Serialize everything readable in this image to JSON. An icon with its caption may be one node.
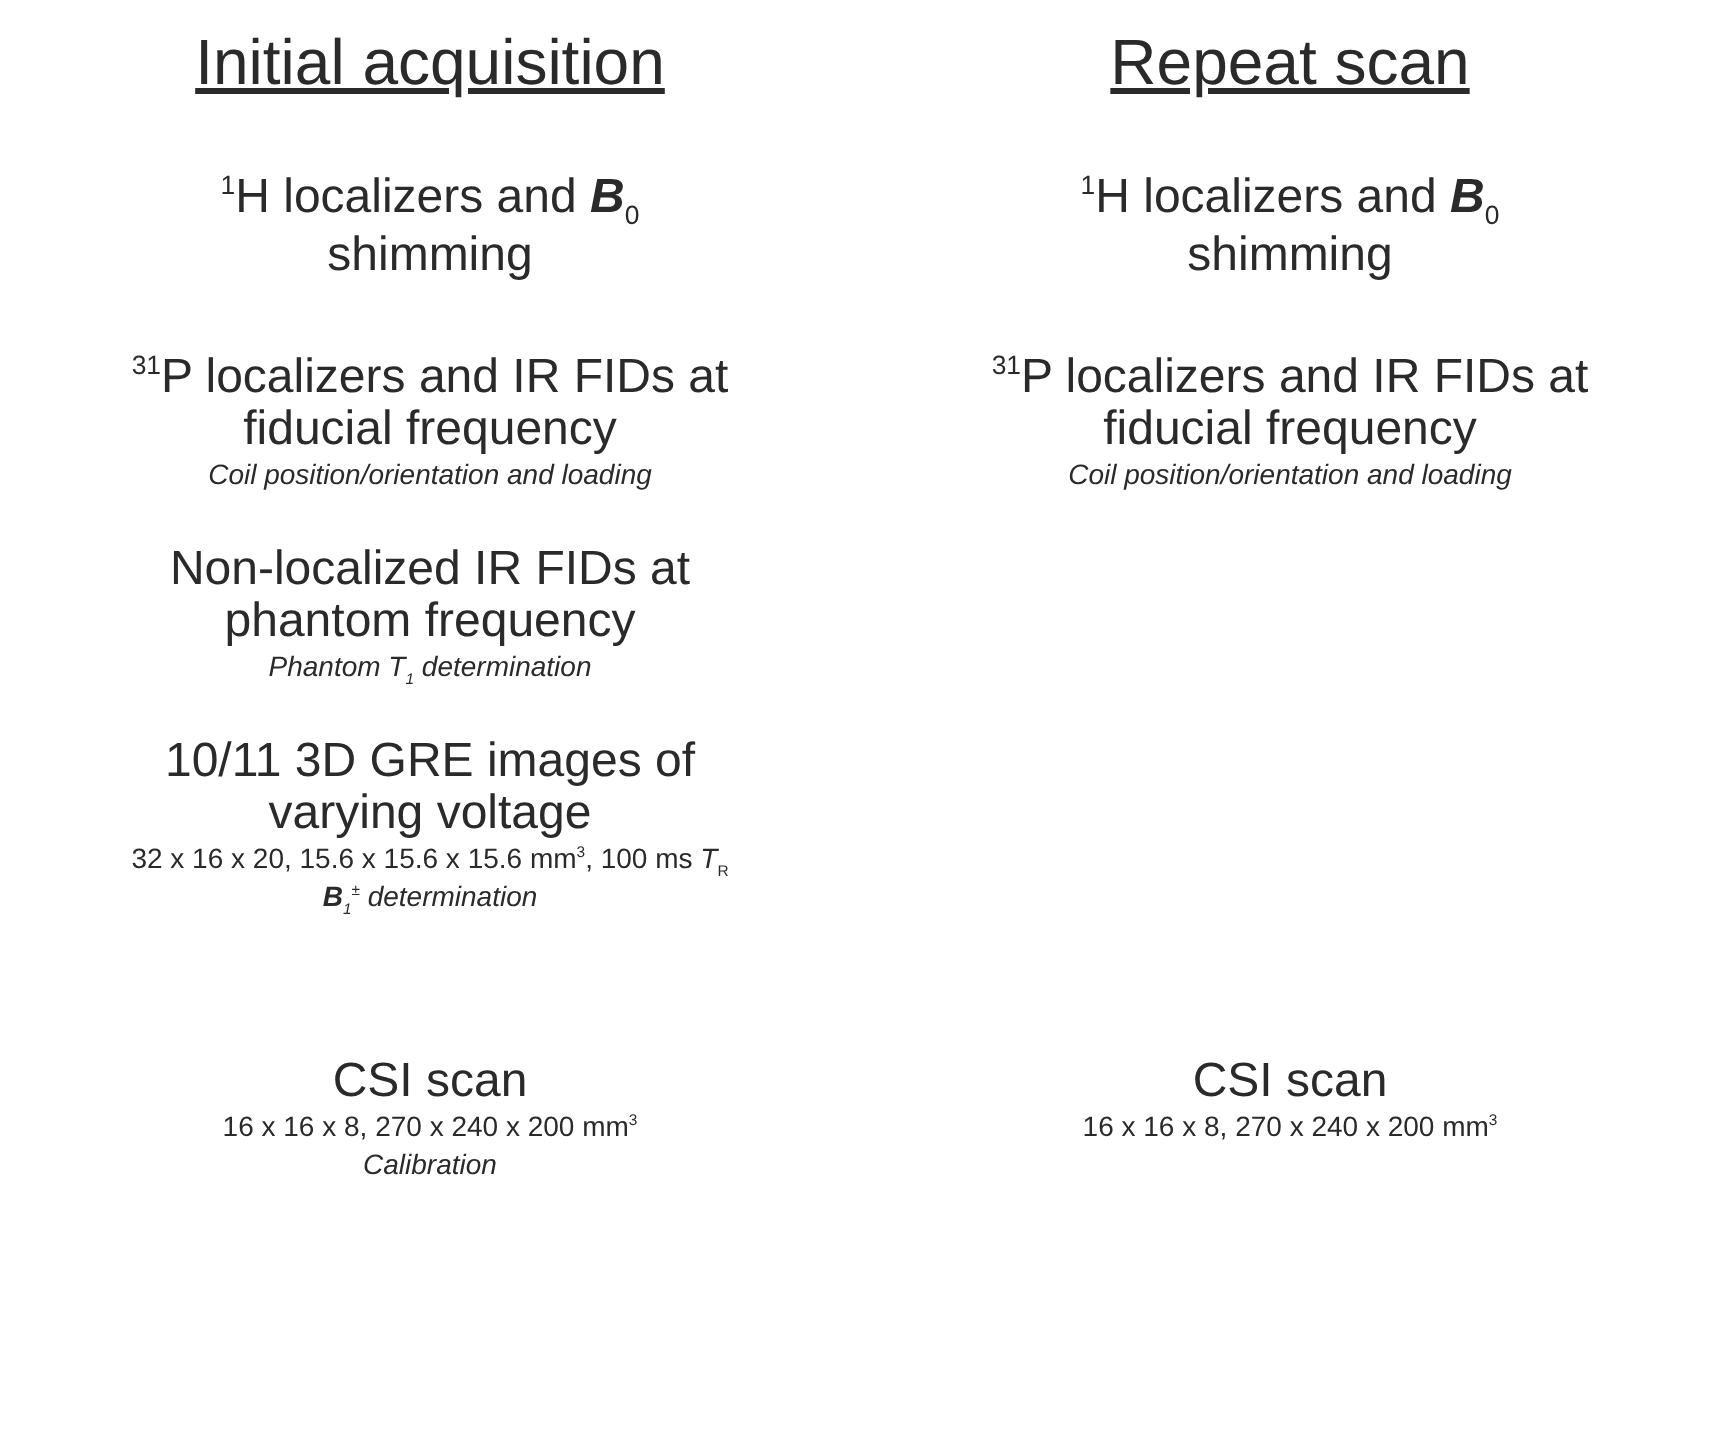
{
  "diagram": {
    "labels": [
      "Initial acquisition",
      "Repeat scan",
      "$^{1}$H localizers and **B**$_{0}$ shimming",
      "$^{1}$H localizers and **B**$_{0}$ shimming",
      "$^{31}$P localizers and IR FIDs at fiducial frequency",
      "$^{31}$P localizers and IR FIDs at fiducial frequency",
      "Coil position/orientation and loading",
      "Coil position/orientation and loading",
      "Non-localized IR FIDs at phantom frequency",
      "Phantom T$_{1}$ determination",
      "10/11 3D GRE images of varying voltage",
      "32 x 16 x 20, 15.6 x 15.6 x 15.6 mm$^{3}$, 100 ms *T*$_{R}$",
      "**B**$_{1}$$^{±}$ determination",
      "CSI scan",
      "CSI scan",
      "16 x 16 x 8, 270 x 240 x 200 mm$^{3}$",
      "16 x 16 x 8, 270 x 240 x 200 mm$^{3}$",
      "Calibration"
    ]
  }
}
